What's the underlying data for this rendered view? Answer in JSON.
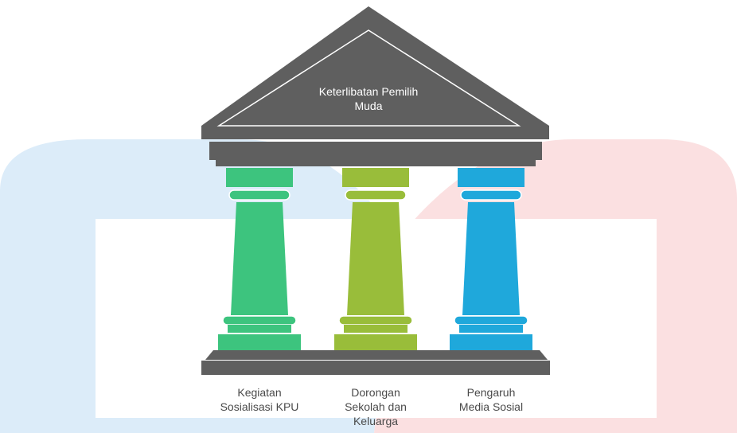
{
  "roof": {
    "title": "Keterlibatan Pemilih\nMuda"
  },
  "pillars": [
    {
      "label": "Kegiatan\nSosialisasi KPU",
      "color": "#3dc47e"
    },
    {
      "label": "Dorongan\nSekolah dan\nKeluarga",
      "color": "#99bd3a"
    },
    {
      "label": "Pengaruh\nMedia Sosial",
      "color": "#1fa8db"
    }
  ],
  "colors": {
    "structure": "#5f5f5f",
    "watermark_blue": "#dcecf9",
    "watermark_red": "#fbe0e1"
  }
}
